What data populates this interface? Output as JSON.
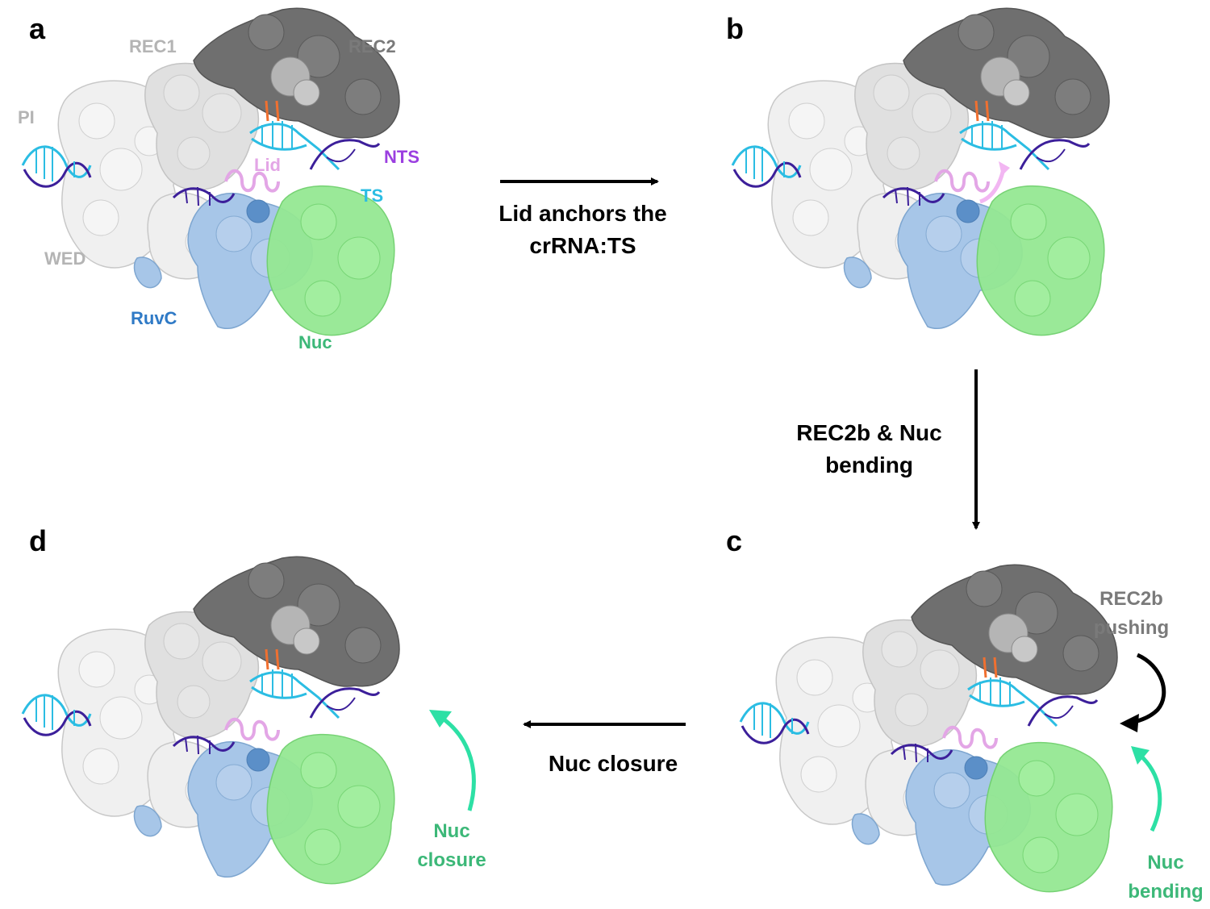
{
  "panels": {
    "a": "a",
    "b": "b",
    "c": "c",
    "d": "d"
  },
  "domains": {
    "rec1": "REC1",
    "rec2": "REC2",
    "pi": "PI",
    "lid": "Lid",
    "nts": "NTS",
    "ts": "TS",
    "wed": "WED",
    "ruvc": "RuvC",
    "nuc": "Nuc"
  },
  "steps": {
    "a_to_b": [
      "Lid anchors the",
      "crRNA:TS"
    ],
    "b_to_c": [
      "REC2b & Nuc",
      "bending"
    ],
    "c_to_d": [
      "Nuc closure"
    ]
  },
  "annotations": {
    "rec2b_pushing": [
      "REC2b",
      "pushing"
    ],
    "nuc_bending": [
      "Nuc",
      "bending"
    ],
    "nuc_closure": [
      "Nuc",
      "closure"
    ]
  },
  "colors": {
    "rec1": "#dcdcdc",
    "wed": "#ececec",
    "rec2": "#6e6e6e",
    "ruvc": "#9fc1e6",
    "ruvc_label": "#2f7ac6",
    "nuc": "#8ee68c",
    "nuc_label": "#3cb878",
    "lid": "#e3a6e6",
    "ts": "#2bbde3",
    "nts": "#3c1f9a",
    "nts_label": "#9b3fe0",
    "pam": "#f07030",
    "arrow_green": "#2de0a5",
    "label_grey": "#b4b4b4",
    "rec2_label": "#7a7a7a"
  }
}
